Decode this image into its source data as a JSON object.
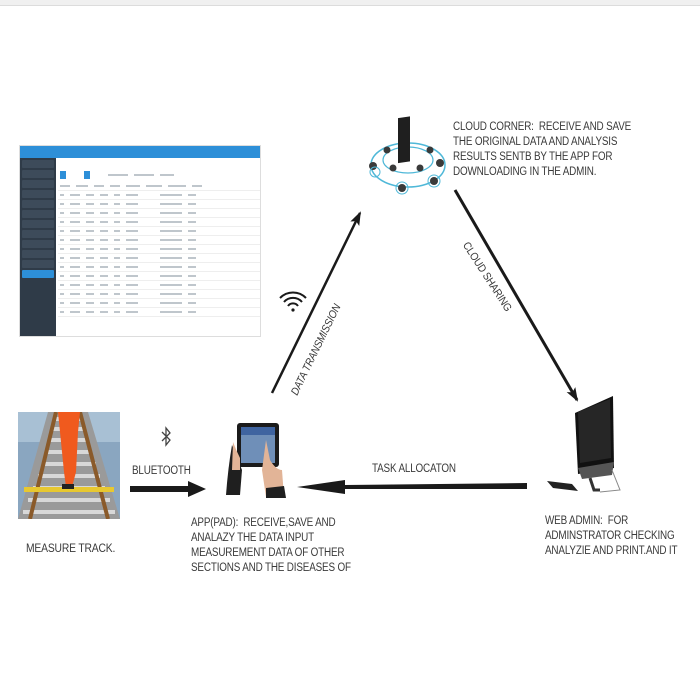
{
  "diagram": {
    "nodes": {
      "measure_track": {
        "label": "MEASURE TRACK."
      },
      "app_pad": {
        "title": "APP(PAD):",
        "lines": [
          "RECEIVE,SAVE AND",
          "ANALAZY THE DATA INPUT",
          "MEASUREMENT DATA OF OTHER",
          "SECTIONS AND THE DISEASES OF"
        ]
      },
      "cloud_corner": {
        "title": "CLOUD CORNER:",
        "lines": [
          "RECEIVE AND SAVE",
          "THE ORIGINAL DATA AND ANALYSIS",
          "RESULTS SENTB BY THE APP FOR",
          "DOWNLOADING IN THE ADMIN."
        ]
      },
      "web_admin": {
        "title": "WEB ADMIN:",
        "lines": [
          "FOR",
          "ADMINSTRATOR CHECKING",
          "ANALYZIE AND PRINT.AND IT"
        ]
      }
    },
    "edges": {
      "bluetooth": {
        "label": "BLUETOOTH",
        "icon": "bluetooth-icon"
      },
      "data_transmission": {
        "label": "DATA TRANSMISSION",
        "icon": "wifi-icon"
      },
      "cloud_sharing": {
        "label": "CLOUD SHARING"
      },
      "task_allocation": {
        "label": "TASK ALLOCATON"
      }
    },
    "colors": {
      "arrow": "#1a1a1a",
      "text": "#3a3a3a",
      "admin_header": "#2d8fd8",
      "admin_sidebar": "#2f3b48",
      "cloud_ring": "#4fb8d8"
    }
  }
}
